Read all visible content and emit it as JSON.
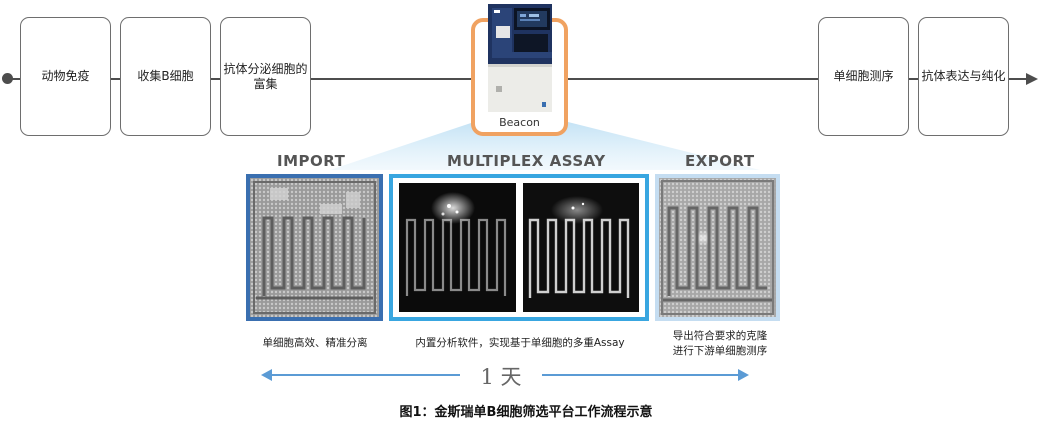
{
  "colors": {
    "import_frame": "#3a6fb0",
    "assay_frame": "#39a6e0",
    "export_frame": "#a8ccea",
    "beacon_border": "#f0a261",
    "timeline": "#5b9bd5"
  },
  "workflow": {
    "steps_before": [
      {
        "label": "动物免疫"
      },
      {
        "label": "收集B细胞"
      },
      {
        "label": "抗体分泌细胞的富集"
      }
    ],
    "beacon": {
      "label": "Beacon"
    },
    "steps_after": [
      {
        "label": "单细胞测序"
      },
      {
        "label": "抗体表达与纯化"
      }
    ]
  },
  "sections": {
    "import": {
      "title": "IMPORT",
      "caption": "单细胞高效、精准分离"
    },
    "assay": {
      "title": "MULTIPLEX ASSAY",
      "caption": "内置分析软件，实现基于单细胞的多重Assay"
    },
    "export": {
      "title": "EXPORT",
      "caption_line1": "导出符合要求的克隆",
      "caption_line2": "进行下游单细胞测序"
    }
  },
  "timeline": {
    "label": "1 天"
  },
  "figure_caption": "图1：金斯瑞单B细胞筛选平台工作流程示意"
}
